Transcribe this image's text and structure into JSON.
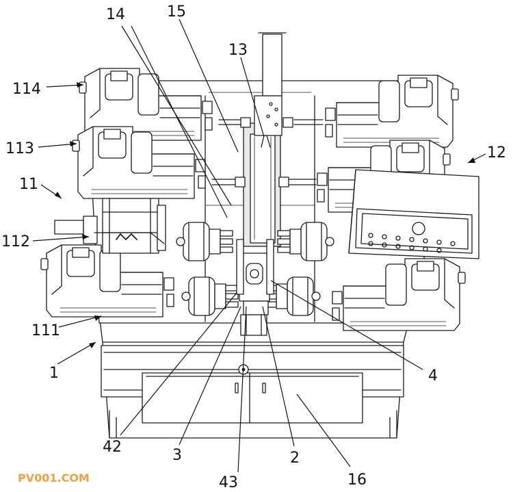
{
  "labels": {
    "l14": "14",
    "l15": "15",
    "l13": "13",
    "l114": "114",
    "l113": "113",
    "l12": "12",
    "l11": "11",
    "l112": "112",
    "l111": "111",
    "l1": "1",
    "l4": "4",
    "l42": "42",
    "l3": "3",
    "l43": "43",
    "l2": "2",
    "l16": "16"
  },
  "watermark": "PV001.COM",
  "colors": {
    "line": "#1a1a1a",
    "watermark": "#f0a040"
  }
}
